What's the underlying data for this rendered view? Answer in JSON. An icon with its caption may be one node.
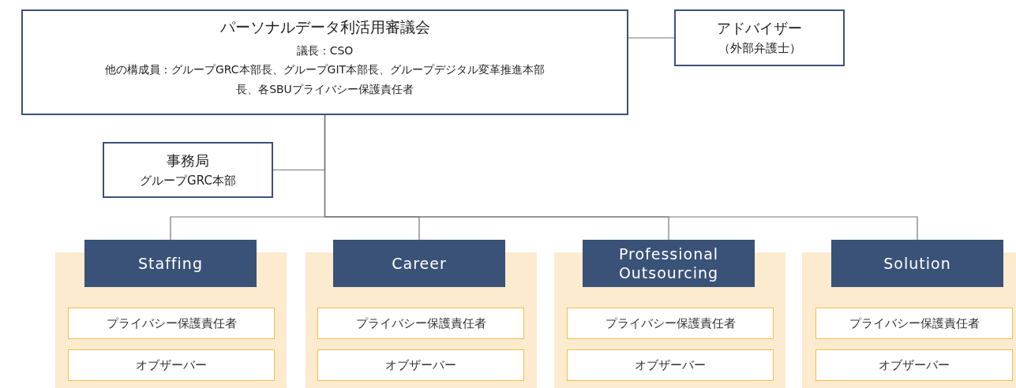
{
  "diagram": {
    "nodes": [
      {
        "text": [
          "パーソナルデータ利活用審議会",
          "議長：CSO",
          "他の構成員：グループGRC本部長、グループGIT本部長、グループデジタル変革推進本部長、各SBUプライバシー保護責任者"
        ]
      },
      {
        "text": [
          "アドバイザー",
          "（外部弁護士）"
        ]
      },
      {
        "text": [
          "事務局",
          "グループGRC本部"
        ]
      },
      {
        "text": [],
        "shape": "box"
      },
      {
        "text": [
          "Staffing"
        ]
      },
      {
        "text": [
          "プライバシー保護責任者"
        ],
        "in": 3
      },
      {
        "text": [
          "オブザーバー"
        ],
        "in": 3
      },
      {
        "text": [],
        "shape": "box"
      },
      {
        "text": [
          "Career"
        ]
      },
      {
        "text": [
          "プライバシー保護責任者"
        ],
        "in": 7
      },
      {
        "text": [
          "オブザーバー"
        ],
        "in": 7
      },
      {
        "text": [],
        "shape": "box"
      },
      {
        "text": [
          "Professional Outsourcing"
        ]
      },
      {
        "text": [
          "プライバシー保護責任者"
        ],
        "in": 11
      },
      {
        "text": [
          "オブザーバー"
        ],
        "in": 11
      },
      {
        "text": [],
        "shape": "box"
      },
      {
        "text": [
          "Solution"
        ]
      },
      {
        "text": [
          "プライバシー保護責任者"
        ],
        "in": 15
      },
      {
        "text": [
          "オブザーバー"
        ],
        "in": 15
      }
    ],
    "edges": [
      {
        "from": 0,
        "to": 1,
        "arrow": "none"
      },
      {
        "from": 0,
        "to": 2,
        "arrow": "none"
      },
      {
        "from": 0,
        "to": 4,
        "arrow": "none"
      },
      {
        "from": 0,
        "to": 8,
        "arrow": "none"
      },
      {
        "from": 0,
        "to": 12,
        "arrow": "none"
      },
      {
        "from": 0,
        "to": 16,
        "arrow": "none"
      }
    ]
  }
}
